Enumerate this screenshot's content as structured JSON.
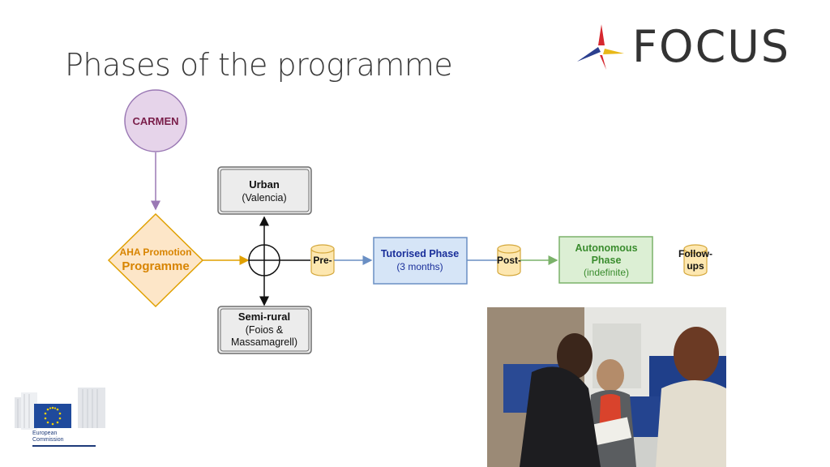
{
  "slide": {
    "title": "Phases of the programme"
  },
  "logo": {
    "text": "FOCUS",
    "colors": {
      "red": "#d6282f",
      "blue": "#2b3f8f",
      "yellow": "#e8b818"
    }
  },
  "diagram": {
    "carmen": "CARMEN",
    "aha_line1": "AHA Promotion",
    "aha_line2": "Programme",
    "urban_title": "Urban",
    "urban_sub": "(Valencia)",
    "semi_title": "Semi-rural",
    "semi_sub1": "(Foios &",
    "semi_sub2": "Massamagrell)",
    "pre": "Pre-",
    "tutorised_title": "Tutorised Phase",
    "tutorised_sub": "(3 months)",
    "post": "Post-",
    "auto_line1": "Autonomous",
    "auto_line2": "Phase",
    "auto_sub": "(indefinite)",
    "follow_line1": "Follow-",
    "follow_line2": "ups"
  },
  "eu": {
    "line1": "European",
    "line2": "Commission"
  }
}
